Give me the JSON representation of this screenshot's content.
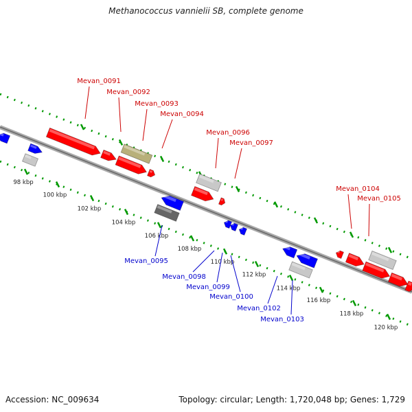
{
  "title": "Methanococcus vannielii SB, complete genome",
  "footer": {
    "accession": "Accession: NC_009634",
    "summary": "Topology: circular; Length: 1,720,048 bp; Genes: 1,729"
  },
  "colors": {
    "strand_plus": "#ff0000",
    "strand_minus": "#0000ff",
    "rna": "#b8b07a",
    "unlabeled": "#c8c8c8",
    "pseudo": "#666666",
    "label_plus": "#cc0000",
    "label_minus": "#0000cc",
    "ticks": "#009900",
    "backbone": "#888888"
  },
  "ticks": [
    "98 kbp",
    "100 kbp",
    "102 kbp",
    "104 kbp",
    "106 kbp",
    "108 kbp",
    "110 kbp",
    "112 kbp",
    "114 kbp",
    "116 kbp",
    "118 kbp",
    "120 kbp"
  ],
  "genes_top": [
    "Mevan_0091",
    "Mevan_0092",
    "Mevan_0093",
    "Mevan_0094",
    "Mevan_0096",
    "Mevan_0097",
    "Mevan_0104",
    "Mevan_0105"
  ],
  "genes_bottom": [
    "Mevan_0095",
    "Mevan_0098",
    "Mevan_0099",
    "Mevan_0100",
    "Mevan_0102",
    "Mevan_0103"
  ]
}
